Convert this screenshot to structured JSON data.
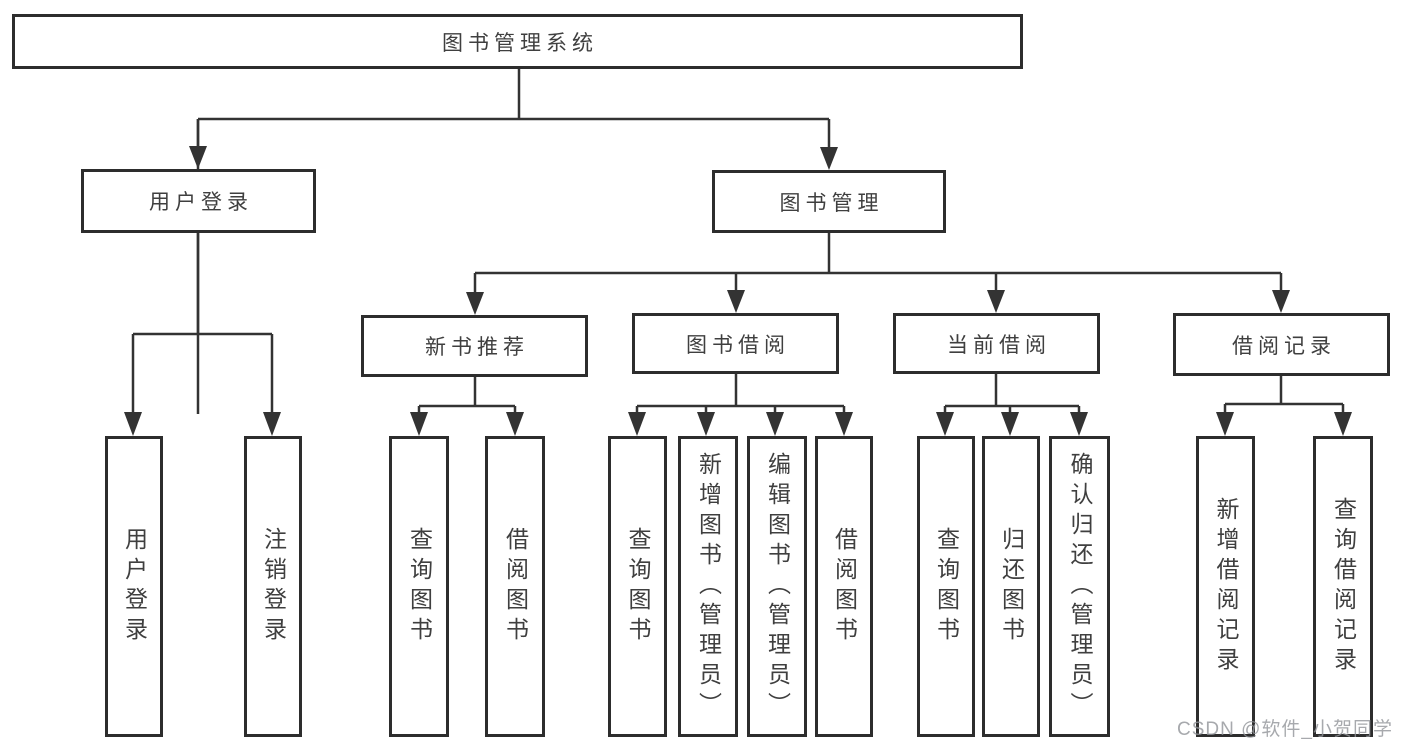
{
  "watermark": "CSDN @软件_小贺同学",
  "colors": {
    "line": "#333333",
    "box_border": "#2d2d2d",
    "text": "#3f3f3f",
    "watermark": "#919498",
    "background": "#ffffff"
  },
  "tree": {
    "label": "图书管理系统",
    "children": [
      {
        "label": "用户登录",
        "children": [
          {
            "label": "用户登录"
          },
          {
            "label": "注销登录"
          }
        ]
      },
      {
        "label": "图书管理",
        "children": [
          {
            "label": "新书推荐",
            "children": [
              {
                "label": "查询图书"
              },
              {
                "label": "借阅图书"
              }
            ]
          },
          {
            "label": "图书借阅",
            "children": [
              {
                "label": "查询图书"
              },
              {
                "label": "新增图书（管理员）"
              },
              {
                "label": "编辑图书（管理员）"
              },
              {
                "label": "借阅图书"
              }
            ]
          },
          {
            "label": "当前借阅",
            "children": [
              {
                "label": "查询图书"
              },
              {
                "label": "归还图书"
              },
              {
                "label": "确认归还（管理员）"
              }
            ]
          },
          {
            "label": "借阅记录",
            "children": [
              {
                "label": "新增借阅记录"
              },
              {
                "label": "查询借阅记录"
              }
            ]
          }
        ]
      }
    ]
  }
}
